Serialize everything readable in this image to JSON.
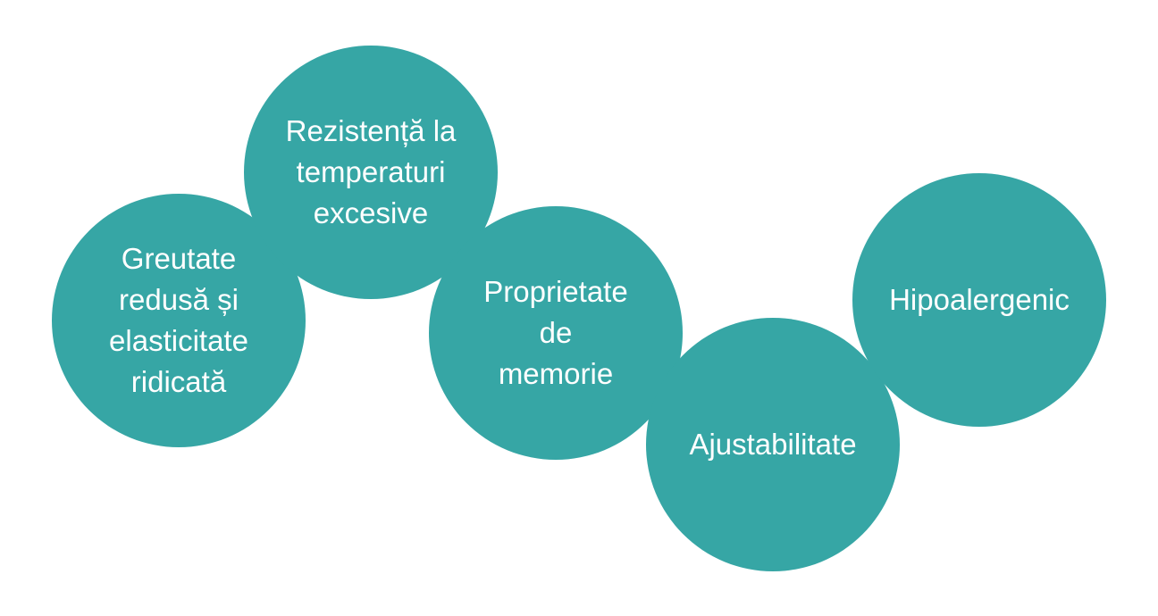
{
  "colors": {
    "circle_fill": "#36A6A5",
    "text": "#FFFFFF",
    "background": "#FFFFFF"
  },
  "bubbles": [
    {
      "label": "Greutate\nredusă și\nelasticitate\nridicată"
    },
    {
      "label": "Rezistență la\ntemperaturi\nexcesive"
    },
    {
      "label": "Proprietate\nde\nmemorie"
    },
    {
      "label": "Ajustabilitate"
    },
    {
      "label": "Hipoalergenic"
    }
  ]
}
